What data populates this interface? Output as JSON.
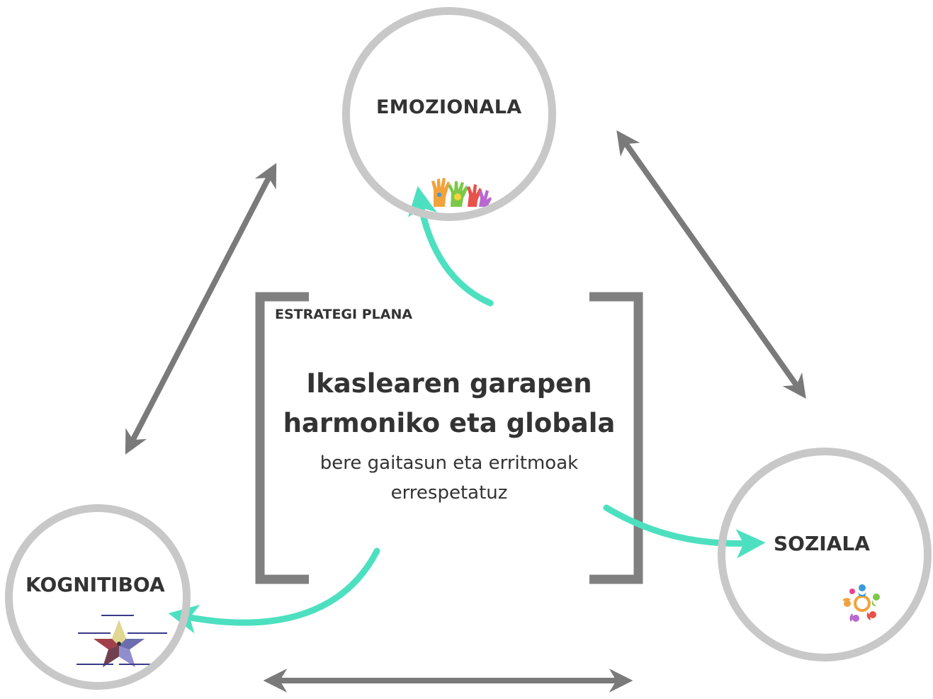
{
  "center": {
    "tag": "ESTRATEGI PLANA",
    "title_line1": "Ikaslearen garapen",
    "title_line2": "harmoniko eta globala",
    "subtitle_line1": "bere gaitasun eta erritmoak",
    "subtitle_line2": "errespetatuz"
  },
  "nodes": {
    "emotional": {
      "label": "EMOZIONALA",
      "image": "painted-hands-image"
    },
    "social": {
      "label": "SOZIALA",
      "image": "people-circle-logo"
    },
    "cognitive": {
      "label": "KOGNITIBOA",
      "image": "star-diagram-image"
    }
  },
  "colors": {
    "circle_border": "#c8c8c8",
    "bracket": "#808080",
    "double_arrow": "#7a7a7a",
    "flow_arrow": "#4de0c0",
    "text": "#333333"
  }
}
